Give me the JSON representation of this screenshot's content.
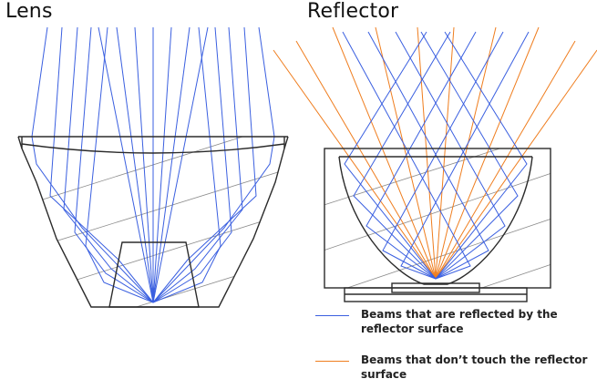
{
  "titles": {
    "left": "Lens",
    "right": "Reflector"
  },
  "legend": [
    {
      "label": "Beams that are reflected by the reflector surface",
      "color": "#3a5fe0"
    },
    {
      "label": "Beams that don’t touch the reflector surface",
      "color": "#ef7d1e"
    }
  ],
  "colors": {
    "outline": "#2b2b2b",
    "hatch": "#8c8c8c",
    "blue_beam": "#3a5fe0",
    "orange_beam": "#ef7d1e"
  }
}
